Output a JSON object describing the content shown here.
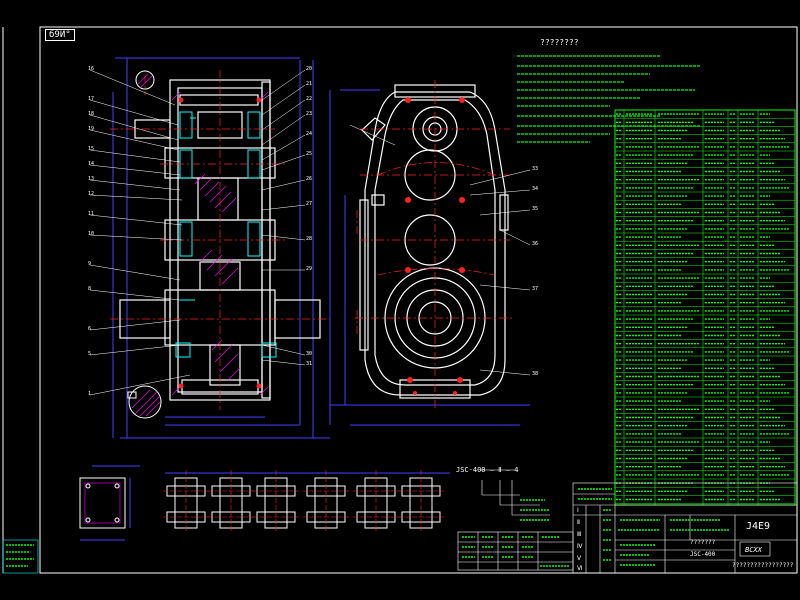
{
  "drawing": {
    "frame_tag": "б9И°",
    "notes_title": "????????",
    "model_scheme": "JSC-400 — Ⅱ — 4",
    "title_block": {
      "drawing_id": "J4E9",
      "model": "JSC-400",
      "name_text": "???????",
      "caption": "?????????????????"
    },
    "colors": {
      "background": "#000000",
      "geometry": "#ffffff",
      "dimension": "#4040ff",
      "centerline": "#ff2020",
      "hatch": "#ff00ff",
      "bearing": "#00ffff",
      "table": "#00ff00",
      "leader": "#ffffff"
    }
  }
}
